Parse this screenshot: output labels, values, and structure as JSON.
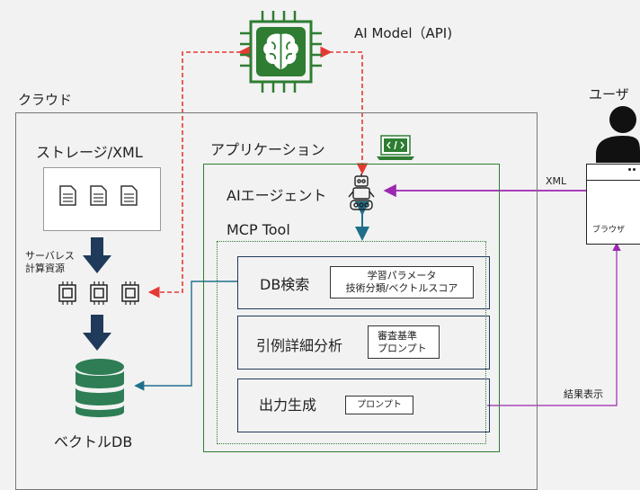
{
  "ai_model": {
    "label": "AI Model（API)"
  },
  "cloud": {
    "label": "クラウド"
  },
  "storage": {
    "title": "ストレージ/XML"
  },
  "serverless": {
    "line1": "サーバレス",
    "line2": "計算資源"
  },
  "vector_db": {
    "label": "ベクトルDB"
  },
  "application": {
    "title": "アプリケーション"
  },
  "agent": {
    "label": "AIエージェント"
  },
  "mcp": {
    "label": "MCP Tool"
  },
  "tools": [
    {
      "name": "DB検索",
      "sub1": "学習パラメータ",
      "sub2": "技術分類/ベクトルスコア"
    },
    {
      "name": "引例詳細分析",
      "sub1": "審査基準",
      "sub2": "プロンプト"
    },
    {
      "name": "出力生成",
      "sub1": "プロンプト",
      "sub2": ""
    }
  ],
  "user": {
    "label": "ユーザ",
    "browser_label": "ブラウザ"
  },
  "edges": {
    "xml": "XML",
    "result": "結果表示"
  },
  "colors": {
    "green": "#2e7d32",
    "navy": "#1f3a5a",
    "red_dashed": "#e53935",
    "purple": "#9c27b0",
    "teal": "#1f6f8b",
    "db_green": "#2e7d55"
  }
}
